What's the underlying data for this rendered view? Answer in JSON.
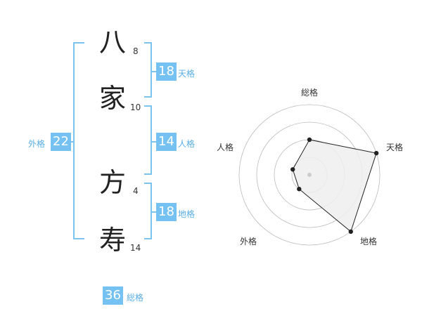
{
  "name": {
    "characters": [
      "八",
      "家",
      "方",
      "寿"
    ],
    "strokes": [
      "8",
      "10",
      "4",
      "14"
    ]
  },
  "fortunes": {
    "tenkaku": {
      "label": "天格",
      "value": "18"
    },
    "jinkaku": {
      "label": "人格",
      "value": "14"
    },
    "chikaku": {
      "label": "地格",
      "value": "18"
    },
    "gaikaku": {
      "label": "外格",
      "value": "22"
    },
    "soukaku": {
      "label": "総格",
      "value": "36"
    }
  },
  "radar": {
    "labels": [
      "総格",
      "天格",
      "地格",
      "外格",
      "人格"
    ],
    "levels": 4,
    "max": 4,
    "values": [
      2,
      4,
      4,
      1,
      1
    ],
    "colors": {
      "fill": "#eeeeee",
      "stroke": "#222222",
      "grid": "#bbbbbb",
      "center": "#cccccc"
    }
  },
  "colors": {
    "accent": "#74c1f2",
    "bracket": "#7cc4f0"
  }
}
